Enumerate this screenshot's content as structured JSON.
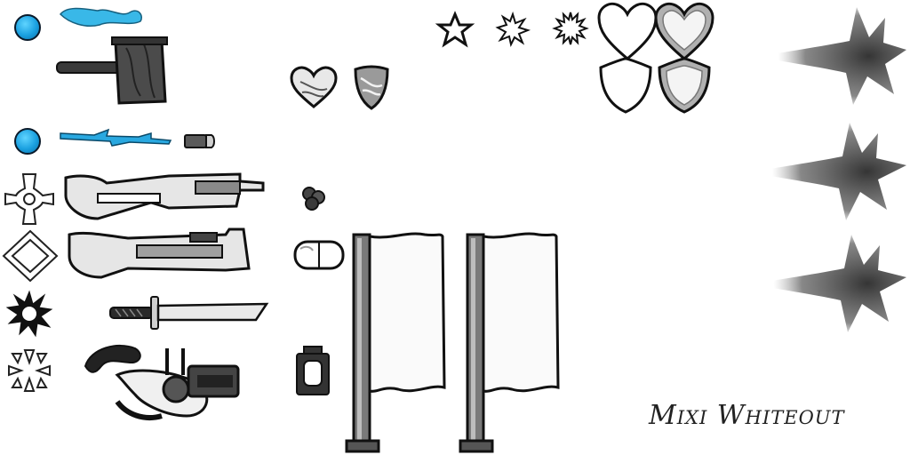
{
  "credit": {
    "text": "Mixi Whiteout"
  },
  "palette": {
    "outline": "#1a1a1a",
    "metal": "#8a8a8a",
    "light_metal": "#d8d8d8",
    "ice_blue": "#29a8e0",
    "orb_blue": "#1aa0e0",
    "smoke": "#3c3c3c"
  },
  "sprites": [
    "blue-orb",
    "blue-smoke-trail",
    "wooden-hammer",
    "heart-gem",
    "shield-gem",
    "star-outline",
    "star-burst",
    "spiky-burst",
    "heart-outline",
    "heart-silver",
    "shield-outline",
    "shield-silver",
    "ice-staff",
    "bullet",
    "cross-emblem",
    "sniper-rifle",
    "diamond-emblem",
    "shotgun",
    "explosion-emblem",
    "katana",
    "ring-emblem",
    "chain-cannon",
    "grenade-cluster",
    "capsule",
    "battery",
    "flag-pole-left",
    "flag-pole-right",
    "smoke-plume"
  ]
}
